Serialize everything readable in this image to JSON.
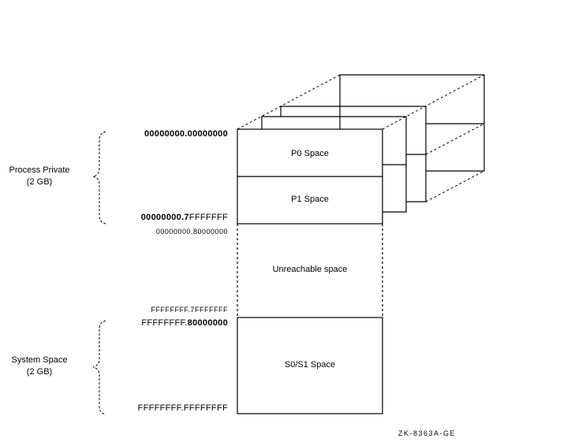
{
  "groups": {
    "process_private": {
      "line1": "Process Private",
      "line2": "(2 GB)"
    },
    "system_space": {
      "line1": "System Space",
      "line2": "(2 GB)"
    }
  },
  "regions": {
    "p0": "P0 Space",
    "p1": "P1 Space",
    "unreachable": "Unreachable space",
    "s0s1": "S0/S1 Space"
  },
  "addresses": {
    "p0_start": {
      "bold": "00000000.00000000",
      "normal": ""
    },
    "p1_end": {
      "bold": "00000000.7",
      "normal": "FFFFFFF"
    },
    "unreach_start": "00000000.80000000",
    "unreach_end": "FFFFFFFF.7FFFFFFF",
    "s0_start": {
      "normal": "FFFFFFFF.",
      "bold": "80000000"
    },
    "s1_end": "FFFFFFFF.FFFFFFFF"
  },
  "figure_id": "ZK-8363A-GE"
}
